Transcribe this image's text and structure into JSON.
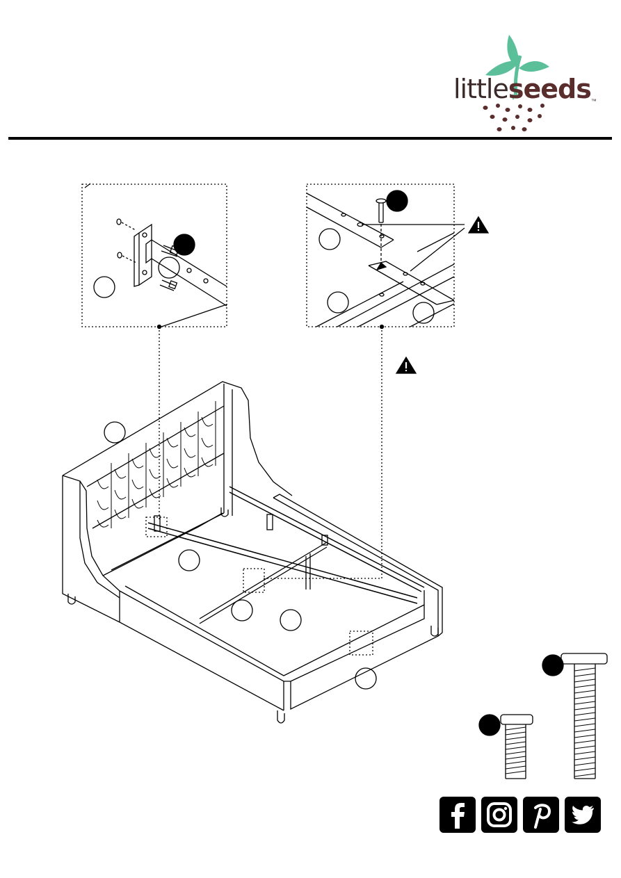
{
  "brand": {
    "name_light": "little",
    "name_bold": "seeds",
    "trademark": "™",
    "colors": {
      "leaf": "#5bbf9a",
      "text_dark": "#3a2a2a",
      "text_bold": "#5a2d2d",
      "seeds": "#5a2d2d"
    }
  },
  "diagram": {
    "callouts": [
      "detail-left",
      "detail-right"
    ],
    "warning_icon": "warning-triangle-icon",
    "hardware": [
      "short-bolt-icon",
      "long-bolt-icon"
    ]
  },
  "social": {
    "icons": [
      "facebook-icon",
      "instagram-icon",
      "pinterest-icon",
      "twitter-icon"
    ]
  }
}
